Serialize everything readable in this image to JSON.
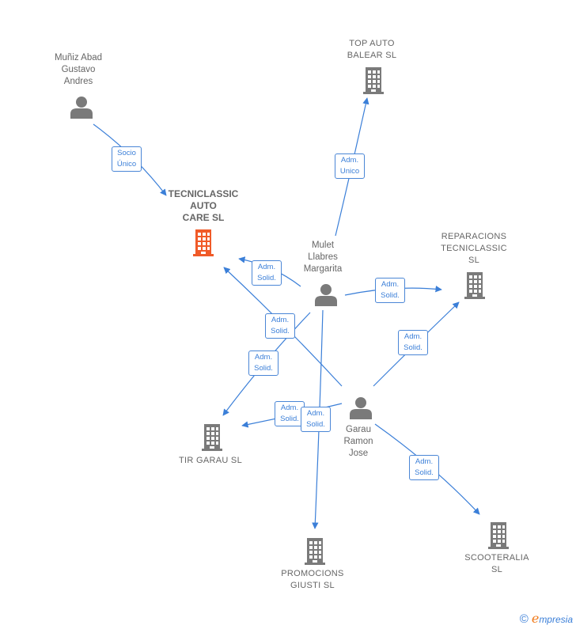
{
  "nodes": {
    "muniz": "Muñiz Abad\nGustavo\nAndres",
    "tecniclassic": "TECNICLASSIC\nAUTO\nCARE  SL",
    "topauto": "TOP AUTO\nBALEAR  SL",
    "mulet": "Mulet\nLlabres\nMargarita",
    "reparacions": "REPARACIONS\nTECNICLASSIC\nSL",
    "garau": "Garau\nRamon\nJose",
    "tirgarau": "TIR GARAU SL",
    "promocions": "PROMOCIONS\nGIUSTI SL",
    "scooteralia": "SCOOTERALIA\nSL"
  },
  "edges": {
    "socio_unico": "Socio\nÚnico",
    "adm_unico": "Adm.\nUnico",
    "adm_solid": "Adm.\nSolid."
  },
  "footer": {
    "copyright": "©",
    "brand_e": "e",
    "brand_rest": "mpresia"
  },
  "colors": {
    "edge": "#3b7fd8",
    "person": "#7a7a7a",
    "company": "#7a7a7a",
    "main_company": "#f05a28"
  }
}
